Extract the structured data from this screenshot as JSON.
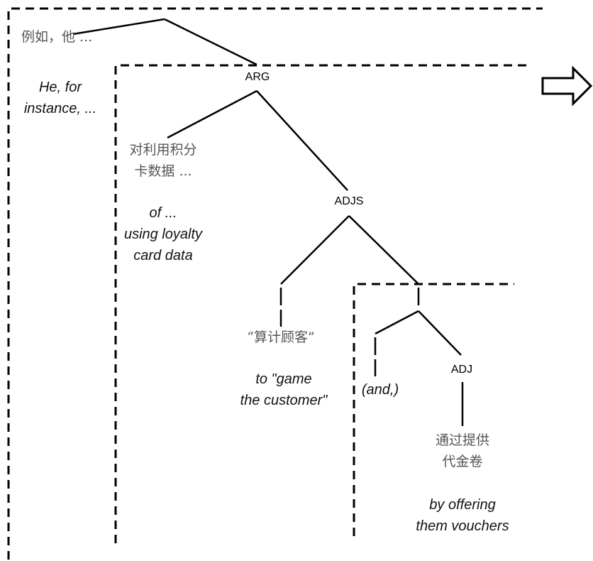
{
  "nodes": {
    "arg": "ARG",
    "adjs": "ADJS",
    "adj": "ADJ"
  },
  "segments": {
    "s1": {
      "zh": "例如，他 ...",
      "en_lines": [
        "He, for",
        "instance, ..."
      ]
    },
    "s2": {
      "zh_lines": [
        "对利用积分",
        "卡数据 ..."
      ],
      "en_lines": [
        "of ...",
        "using loyalty",
        "card data"
      ]
    },
    "s3": {
      "zh": "“算计顾客”",
      "en_lines": [
        "to \"game",
        "the customer\""
      ]
    },
    "s4": {
      "en": "(and,)"
    },
    "s5": {
      "zh_lines": [
        "通过提供",
        "代金卷"
      ],
      "en_lines": [
        "by offering",
        "them vouchers"
      ]
    }
  },
  "icons": {
    "continuation": "right-arrow-icon"
  }
}
